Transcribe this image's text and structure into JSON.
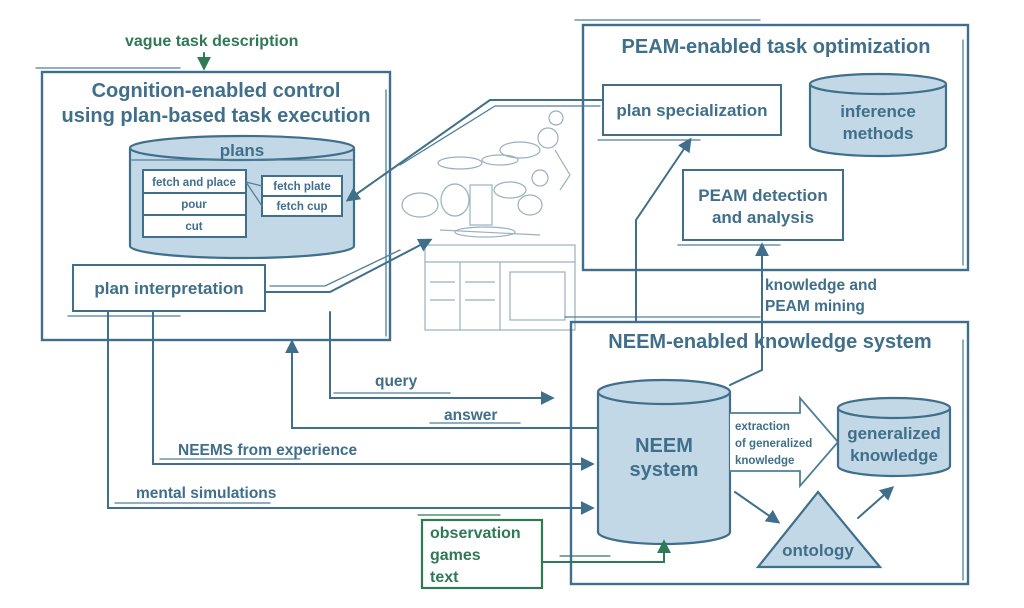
{
  "texts": {
    "vague_task": "vague task description",
    "cog_title_1": "Cognition-enabled control",
    "cog_title_2": "using plan-based task execution",
    "plans": "plans",
    "fetch_and_place": "fetch and place",
    "fetch_plate": "fetch plate",
    "fetch_cup": "fetch cup",
    "pour": "pour",
    "cut": "cut",
    "plan_interpretation": "plan interpretation",
    "peam_title": "PEAM-enabled task optimization",
    "plan_specialization": "plan specialization",
    "inference_1": "inference",
    "inference_2": "methods",
    "peam_detect_1": "PEAM detection",
    "peam_detect_2": "and analysis",
    "km_1": "knowledge and",
    "km_2": "PEAM mining",
    "neem_title": "NEEM-enabled knowledge system",
    "neem_1": "NEEM",
    "neem_2": "system",
    "extraction_1": "extraction",
    "extraction_2": "of generalized",
    "extraction_3": "knowledge",
    "gen_1": "generalized",
    "gen_2": "knowledge",
    "ontology": "ontology",
    "query": "query",
    "answer": "answer",
    "neems_exp": "NEEMS from experience",
    "mental_sim": "mental simulations",
    "obs_1": "observation",
    "obs_2": "games",
    "obs_3": "text"
  },
  "colors": {
    "ink": "#3f6f8a",
    "fill": "#c2d8e6",
    "green": "#2f7a55"
  }
}
